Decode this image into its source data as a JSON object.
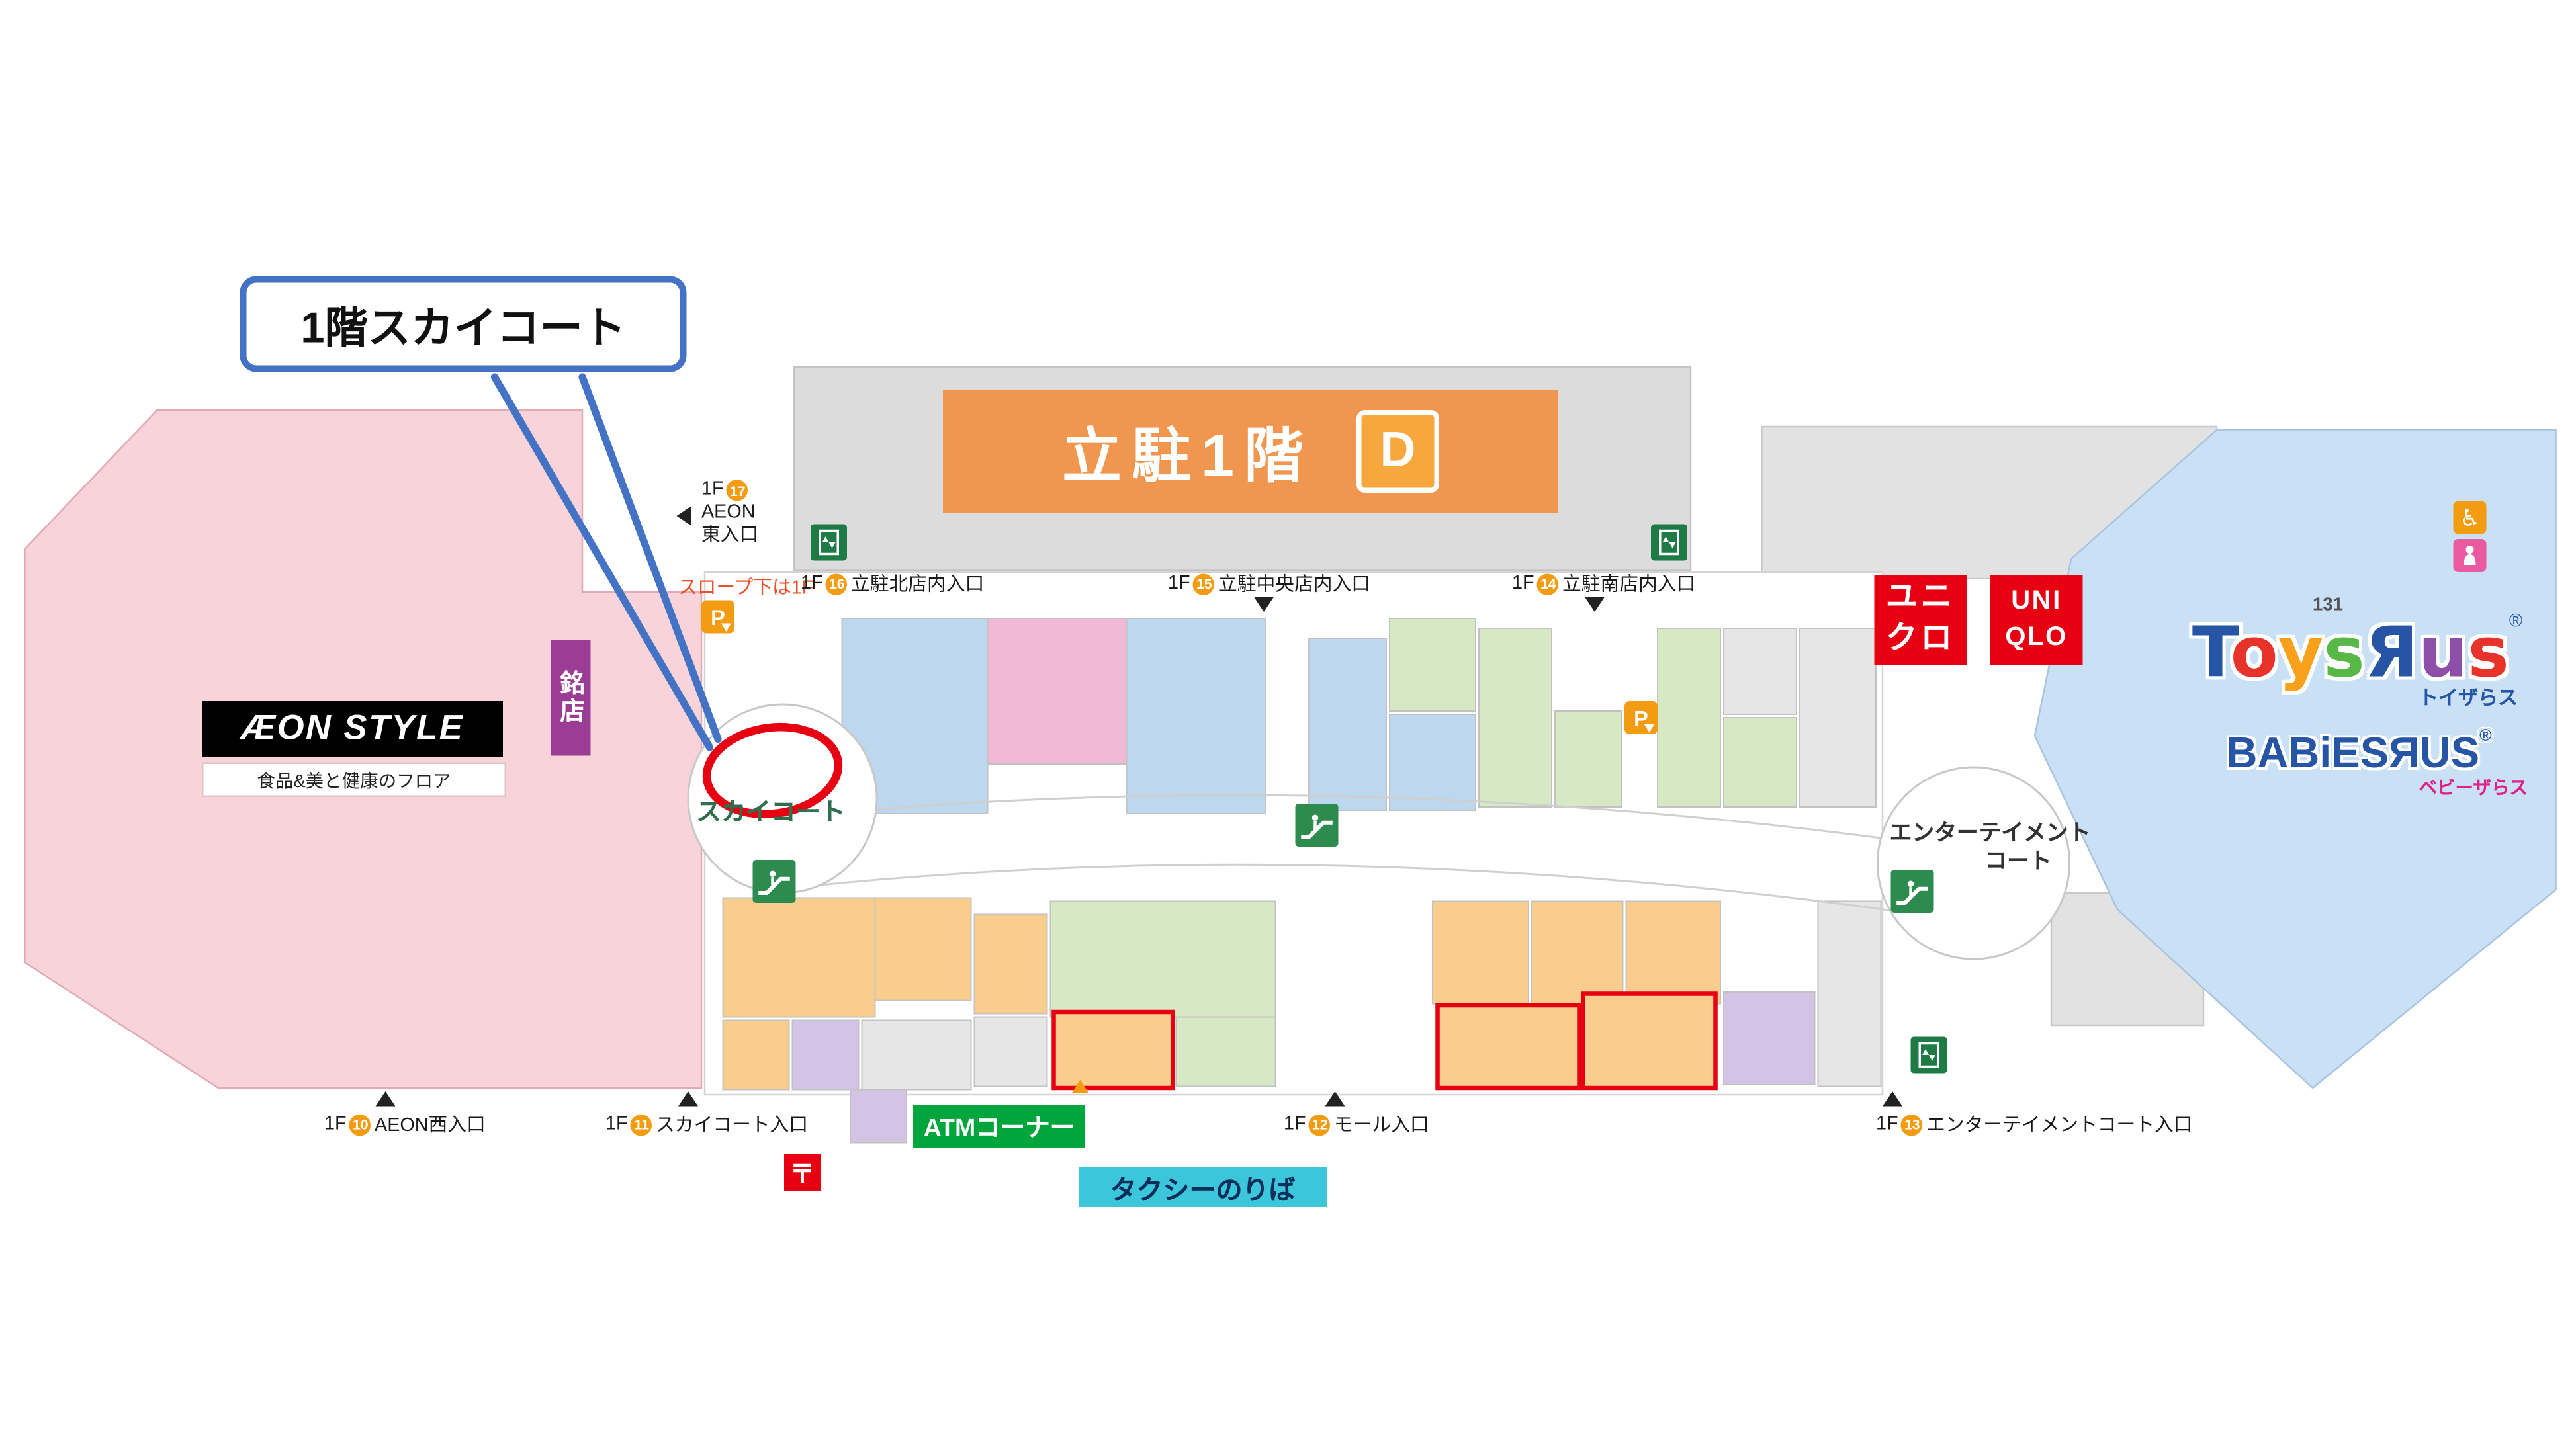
{
  "callout": {
    "text": "1階スカイコート"
  },
  "buildings": {
    "aeon": {
      "logo": "ÆON STYLE",
      "floor_desc": "食品&美と健康のフロア",
      "meiten": "銘店"
    },
    "parking": {
      "label": "立駐1階",
      "badge": "D"
    },
    "uniqlo": {
      "jp1": "ユニ",
      "jp2": "クロ",
      "en1": "UNI",
      "en2": "QLO"
    },
    "toys": {
      "store_number": "131",
      "logo": [
        {
          "ch": "T",
          "color": "#2655a5"
        },
        {
          "ch": "o",
          "color": "#e8332a"
        },
        {
          "ch": "y",
          "color": "#f9a11b"
        },
        {
          "ch": "s",
          "color": "#58b847"
        },
        {
          "ch": "Я",
          "color": "#2655a5"
        },
        {
          "ch": "u",
          "color": "#8e4fa8"
        },
        {
          "ch": "s",
          "color": "#e8332a"
        }
      ],
      "reg_mark": "®",
      "logo_sub": "トイザらス",
      "babies_logo": "BABiESЯUS",
      "babies_reg": "®",
      "babies_sub": "ベビーザらス"
    }
  },
  "courts": {
    "sky": {
      "label": "スカイコート"
    },
    "entertainment": {
      "line1": "エンターテイメント",
      "line2": "コート"
    }
  },
  "entrances": {
    "e17": {
      "floor": "1F",
      "num": "17",
      "line1": "AEON",
      "line2": "東入口"
    },
    "e16": {
      "floor": "1F",
      "num": "16",
      "label": "立駐北店内入口"
    },
    "e15": {
      "floor": "1F",
      "num": "15",
      "label": "立駐中央店内入口"
    },
    "e14": {
      "floor": "1F",
      "num": "14",
      "label": "立駐南店内入口"
    },
    "e10": {
      "floor": "1F",
      "num": "10",
      "label": "AEON西入口"
    },
    "e11": {
      "floor": "1F",
      "num": "11",
      "label": "スカイコート入口"
    },
    "e12": {
      "floor": "1F",
      "num": "12",
      "label": "モール入口"
    },
    "e13": {
      "floor": "1F",
      "num": "13",
      "label": "エンターテイメントコート入口"
    }
  },
  "notes": {
    "slope": "スロープ下は1F"
  },
  "facilities": {
    "atm": "ATMコーナー",
    "taxi": "タクシーのりば",
    "post": "〒",
    "parking_icon": "P",
    "wheelchair_icon": "♿"
  },
  "colors": {
    "callout_blue": "#4472c4",
    "highlight_red": "#e60012",
    "aeon_pink": "#f9d3da",
    "toys_area_blue": "#c9e0f5",
    "banner_orange": "#f0964e",
    "icon_green": "#1e7b45",
    "store_blue": "#bdd7ee",
    "store_green": "#d6e8c4",
    "store_pink": "#f2b9d7",
    "store_orange": "#f8cd8e",
    "store_purple": "#d3c4e6",
    "store_gray": "#e6e6e6"
  }
}
